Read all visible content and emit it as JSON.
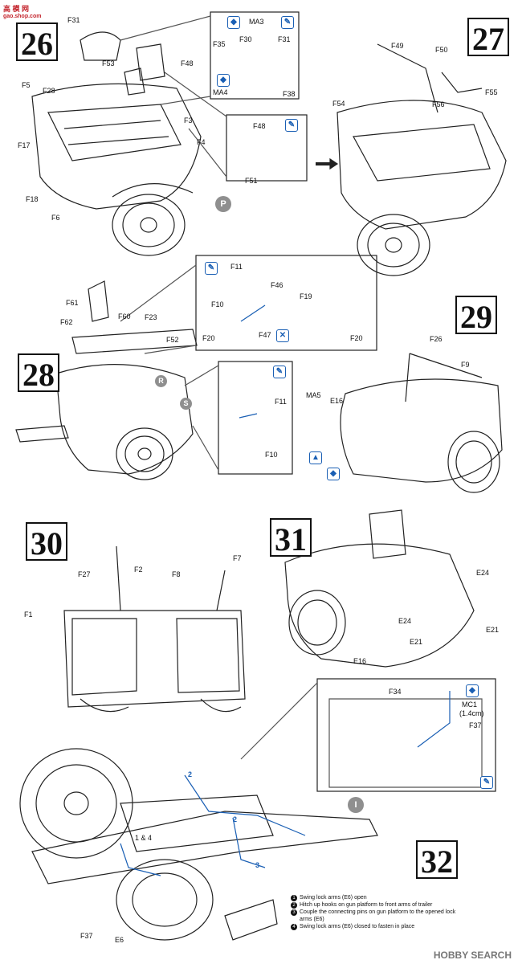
{
  "watermark_tl": "高 模 网",
  "watermark_tl_url": "gao.shop.com",
  "watermark_br": "HOBBY SEARCH",
  "steps": {
    "s26": "26",
    "s27": "27",
    "s28": "28",
    "s29": "29",
    "s30": "30",
    "s31": "31",
    "s32": "32"
  },
  "labels": {
    "f31a": "F31",
    "f53": "F53",
    "f48": "F48",
    "f28": "F28",
    "f5": "F5",
    "f17": "F17",
    "f18": "F18",
    "f6": "F6",
    "f3": "F3",
    "f4": "F4",
    "ma3": "MA3",
    "f30": "F30",
    "f31b": "F31",
    "f35": "F35",
    "ma4": "MA4",
    "f38": "F38",
    "f48b": "F48",
    "f51": "F51",
    "f49": "F49",
    "f50": "F50",
    "f55": "F55",
    "f54": "F54",
    "f56": "F56",
    "f61": "F61",
    "f60": "F60",
    "f62": "F62",
    "f23": "F23",
    "f52": "F52",
    "f11": "F11",
    "f46": "F46",
    "f19": "F19",
    "f10": "F10",
    "f20a": "F20",
    "f47": "F47",
    "f20b": "F20",
    "f11b": "F11",
    "f10b": "F10",
    "f26": "F26",
    "f9": "F9",
    "ma5": "MA5",
    "e16": "E16",
    "f27": "F27",
    "f2": "F2",
    "f8": "F8",
    "f7": "F7",
    "f1": "F1",
    "e24a": "E24",
    "e24b": "E24",
    "e21a": "E21",
    "e21b": "E21",
    "e16b": "E16",
    "f34": "F34",
    "mc1": "MC1",
    "mc1len": "(1.4cm)",
    "f37a": "F37",
    "f37b": "F37",
    "e6": "E6",
    "n2a": "2",
    "n2b": "2",
    "n3": "3",
    "n14": "1 & 4"
  },
  "circle_labels": {
    "p": "P",
    "r": "R",
    "s": "S",
    "i": "I"
  },
  "notes": [
    {
      "n": "1",
      "text": "Swing lock arms (E6) open"
    },
    {
      "n": "2",
      "text": "Hitch up hooks on gun platform to front arms of trailer"
    },
    {
      "n": "3",
      "text": "Couple the connecting pins on gun platform to the opened lock arms (E6)"
    },
    {
      "n": "4",
      "text": "Swing lock arms (E6) closed to fasten in place"
    }
  ],
  "colors": {
    "accent": "#1a5fb4",
    "ink": "#111111",
    "marker": "#8f8f8f"
  }
}
